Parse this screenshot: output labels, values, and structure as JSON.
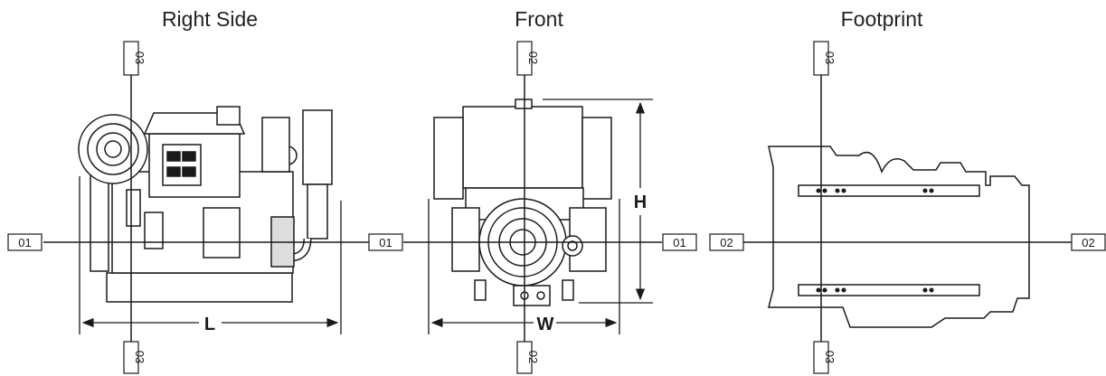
{
  "views": [
    {
      "title": "Right Side",
      "dimension_label": "L"
    },
    {
      "title": "Front",
      "dimension_label": "W",
      "height_label": "H"
    },
    {
      "title": "Footprint"
    }
  ],
  "datum_tags": {
    "d01": "01",
    "d02": "02",
    "d03": "03"
  },
  "colors": {
    "line": "#1a1a1a",
    "fill": "#ffffff",
    "dark": "#1a1a1a"
  }
}
